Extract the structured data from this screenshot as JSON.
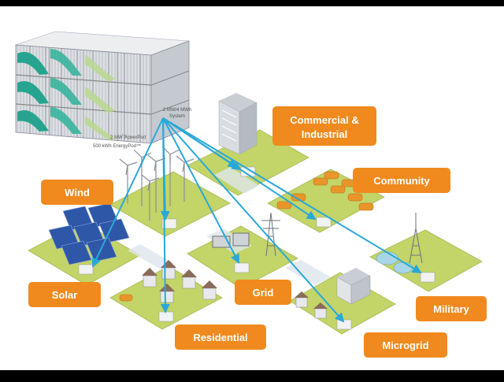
{
  "system_labels": {
    "system": [
      "2 MW/4 MWh",
      "System"
    ],
    "powerpod": "2 MW PowerPod",
    "energypod": "500 kWh EnergyPod™"
  },
  "applications": {
    "commercial": [
      "Commercial  &",
      "Industrial"
    ],
    "community": "Community",
    "wind": "Wind",
    "solar": "Solar",
    "grid": "Grid",
    "residential": "Residential",
    "military": "Military",
    "microgrid": "Microgrid"
  },
  "colors": {
    "label_orange": "#f08a1e",
    "connector_blue": "#29a8d8",
    "ground_green": "#c3d468",
    "container_teal": "#27a48f",
    "background": "#ffffff",
    "frame": "#000000"
  },
  "icons": [
    "wind-turbine-icon",
    "solar-panel-icon",
    "house-icon",
    "office-building-icon",
    "car-icon",
    "transmission-tower-icon",
    "water-tower-icon",
    "battery-unit-icon"
  ]
}
